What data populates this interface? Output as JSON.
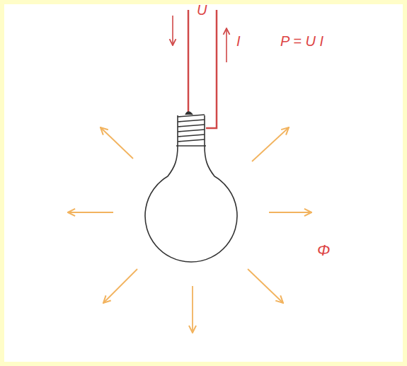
{
  "diagram": {
    "labels": [
      "U",
      "I",
      "P = U I",
      "Φ"
    ]
  }
}
